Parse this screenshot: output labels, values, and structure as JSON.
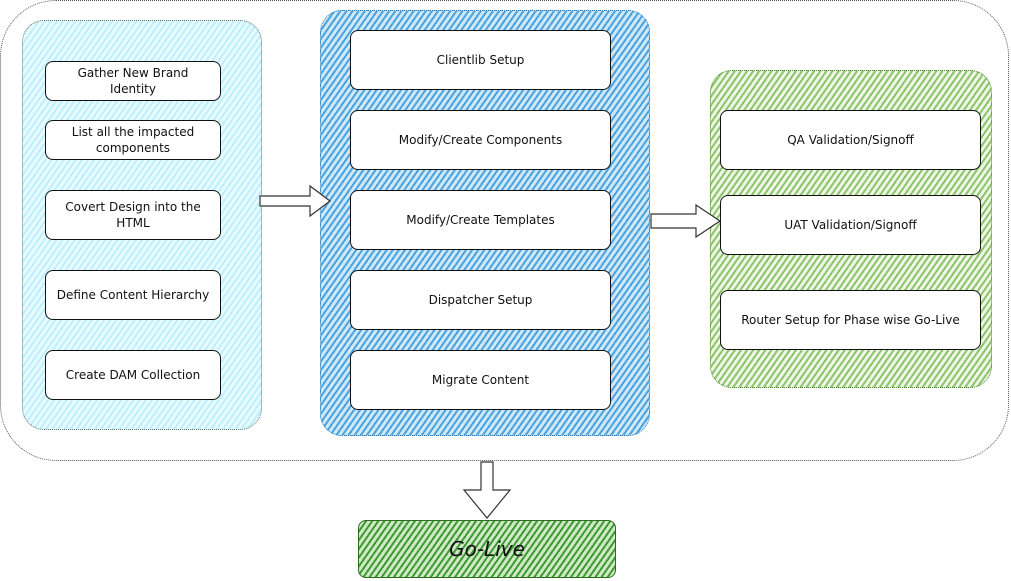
{
  "diagram": {
    "phases": [
      {
        "name": "design-phase",
        "color": "#bfefff",
        "steps": [
          "Gather New Brand Identity",
          "List all the impacted components",
          "Covert Design into the HTML",
          "Define Content Hierarchy",
          "Create DAM Collection"
        ]
      },
      {
        "name": "development-phase",
        "color": "#4aa3e0",
        "steps": [
          "Clientlib Setup",
          "Modify/Create Components",
          "Modify/Create Templates",
          "Dispatcher Setup",
          "Migrate Content"
        ]
      },
      {
        "name": "validation-phase",
        "color": "#8cc46a",
        "steps": [
          "QA Validation/Signoff",
          "UAT Validation/Signoff",
          "Router Setup for Phase wise Go-Live"
        ]
      }
    ],
    "final": {
      "label": "Go-Live",
      "color": "#3f9a33"
    }
  }
}
